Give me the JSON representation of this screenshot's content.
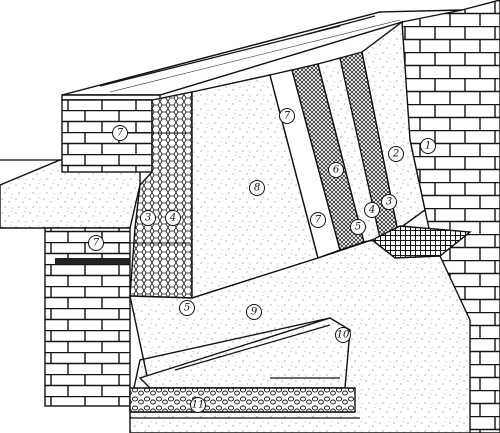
{
  "figure": {
    "callouts": [
      {
        "id": "c1",
        "label": "1"
      },
      {
        "id": "c2",
        "label": "2"
      },
      {
        "id": "c3a",
        "label": "3"
      },
      {
        "id": "c3b",
        "label": "3"
      },
      {
        "id": "c4a",
        "label": "4"
      },
      {
        "id": "c4b",
        "label": "4"
      },
      {
        "id": "c5a",
        "label": "5"
      },
      {
        "id": "c5b",
        "label": "5"
      },
      {
        "id": "c6",
        "label": "6"
      },
      {
        "id": "c7a",
        "label": "7"
      },
      {
        "id": "c7b",
        "label": "7"
      },
      {
        "id": "c7c",
        "label": "7"
      },
      {
        "id": "c7d",
        "label": "7"
      },
      {
        "id": "c8",
        "label": "8"
      },
      {
        "id": "c9",
        "label": "9"
      },
      {
        "id": "c10",
        "label": "10"
      },
      {
        "id": "c11",
        "label": "11"
      }
    ]
  }
}
